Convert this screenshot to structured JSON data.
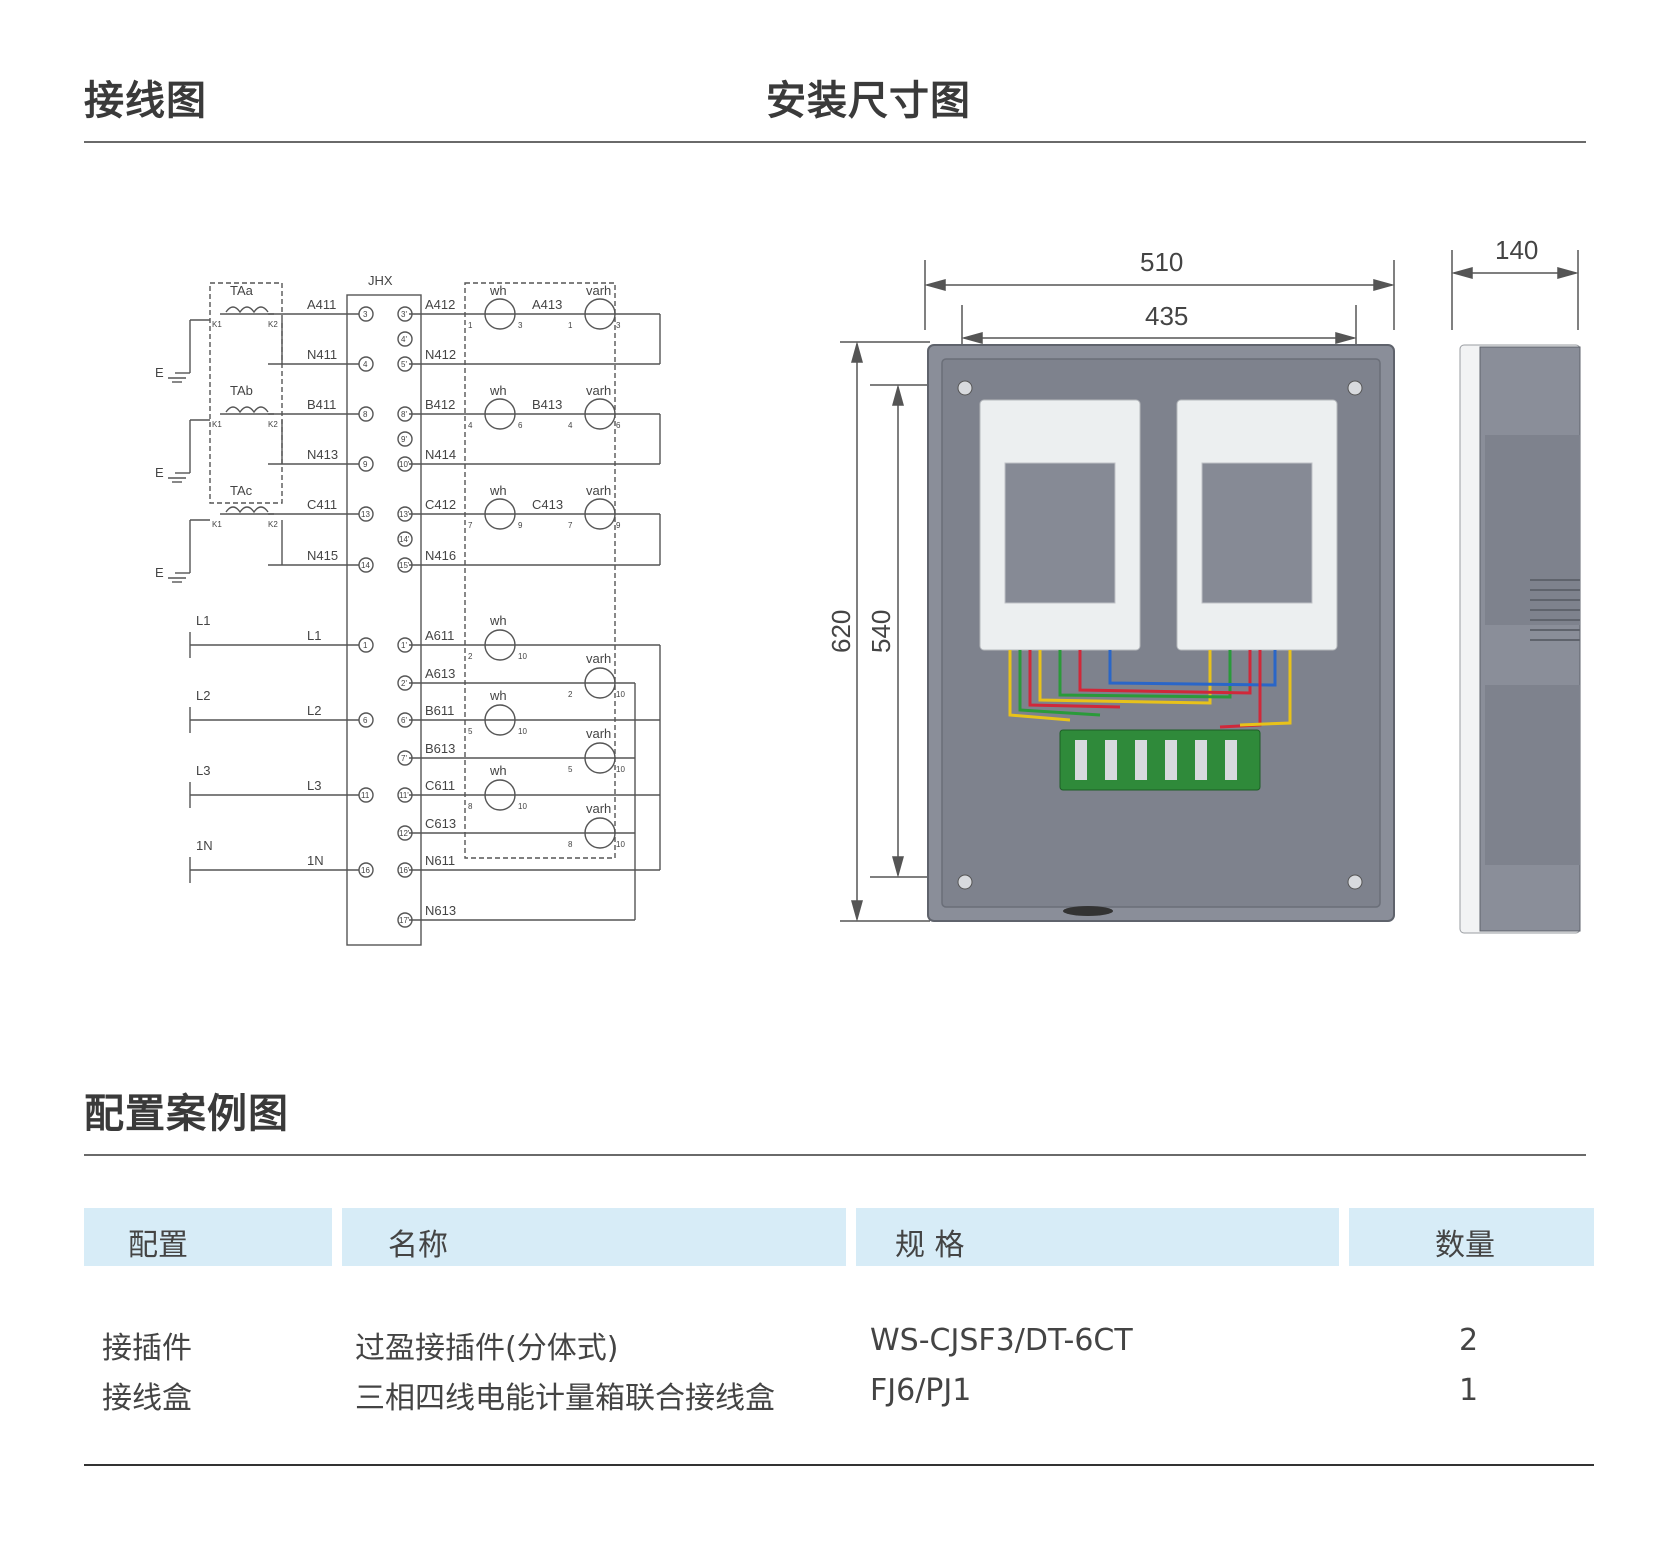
{
  "headings": {
    "wiring": "接线图",
    "install": "安装尺寸图",
    "config": "配置案例图"
  },
  "wiring": {
    "jhx": "JHX",
    "ta": [
      "TAa",
      "TAb",
      "TAc"
    ],
    "k1": "K1",
    "k2": "K2",
    "e": "E",
    "wh": "wh",
    "varh": "varh",
    "inputs": [
      "L1",
      "L2",
      "L3",
      "1N"
    ],
    "left_labels": [
      "A411",
      "N411",
      "B411",
      "N413",
      "C411",
      "N415",
      "L1",
      "L2",
      "L3",
      "1N"
    ],
    "right_labels": [
      "A412",
      "N412",
      "B412",
      "N414",
      "C412",
      "N416",
      "A611",
      "A613",
      "B611",
      "B613",
      "C611",
      "C613",
      "N611",
      "N613"
    ],
    "meter_labels": [
      "A413",
      "B413",
      "C413"
    ],
    "left_terms": [
      "3",
      "4",
      "8",
      "9",
      "13",
      "14",
      "1",
      "6",
      "11",
      "16"
    ],
    "right_terms": [
      "3'",
      "4'",
      "5'",
      "8'",
      "9'",
      "10'",
      "13'",
      "14'",
      "15'",
      "1'",
      "2'",
      "6'",
      "7'",
      "11'",
      "12'",
      "16'",
      "17'"
    ],
    "meter_pins": [
      "1",
      "3",
      "1",
      "3",
      "4",
      "6",
      "4",
      "6",
      "7",
      "9",
      "7",
      "9",
      "2",
      "10",
      "2",
      "10",
      "5",
      "10",
      "5",
      "10",
      "8",
      "10",
      "8",
      "10"
    ]
  },
  "dimensions": {
    "width_outer": "510",
    "width_inner": "435",
    "height_outer": "620",
    "height_inner": "540",
    "depth": "140"
  },
  "table": {
    "headers": [
      "配置",
      "名称",
      "规 格",
      "数量"
    ],
    "rows": [
      [
        "接插件",
        "过盈接插件(分体式)",
        "WS-CJSF3/DT-6CT",
        "2"
      ],
      [
        "接线盒",
        "三相四线电能计量箱联合接线盒",
        "FJ6/PJ1",
        "1"
      ]
    ]
  },
  "colors": {
    "accent": "#d7ecf7",
    "box": "#8a8e99",
    "wire_yellow": "#e8c21a",
    "wire_green": "#2a9a3a",
    "wire_red": "#d0283a",
    "wire_blue": "#2a66c8",
    "board": "#2f8a3a"
  }
}
